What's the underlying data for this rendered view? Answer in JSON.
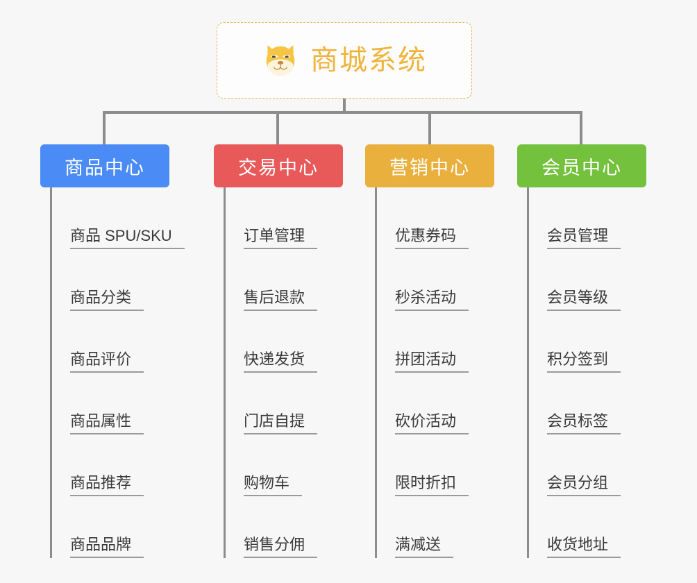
{
  "diagram": {
    "type": "mindmap",
    "background_color": "#f7f7f7",
    "root": {
      "title": "商城系统",
      "icon": "shiba-dog-face-icon",
      "text_color": "#f0b43c",
      "border_color": "#e8b355",
      "border_style": "dashed"
    },
    "connector_color": "#8c8c8c",
    "categories": [
      {
        "label": "商品中心",
        "color": "#4a8bf5",
        "items": [
          "商品 SPU/SKU",
          "商品分类",
          "商品评价",
          "商品属性",
          "商品推荐",
          "商品品牌"
        ]
      },
      {
        "label": "交易中心",
        "color": "#e85a5a",
        "items": [
          "订单管理",
          "售后退款",
          "快递发货",
          "门店自提",
          "购物车",
          "销售分佣"
        ]
      },
      {
        "label": "营销中心",
        "color": "#eab03e",
        "items": [
          "优惠券码",
          "秒杀活动",
          "拼团活动",
          "砍价活动",
          "限时折扣",
          "满减送"
        ]
      },
      {
        "label": "会员中心",
        "color": "#73c13d",
        "items": [
          "会员管理",
          "会员等级",
          "积分签到",
          "会员标签",
          "会员分组",
          "收货地址"
        ]
      }
    ]
  }
}
